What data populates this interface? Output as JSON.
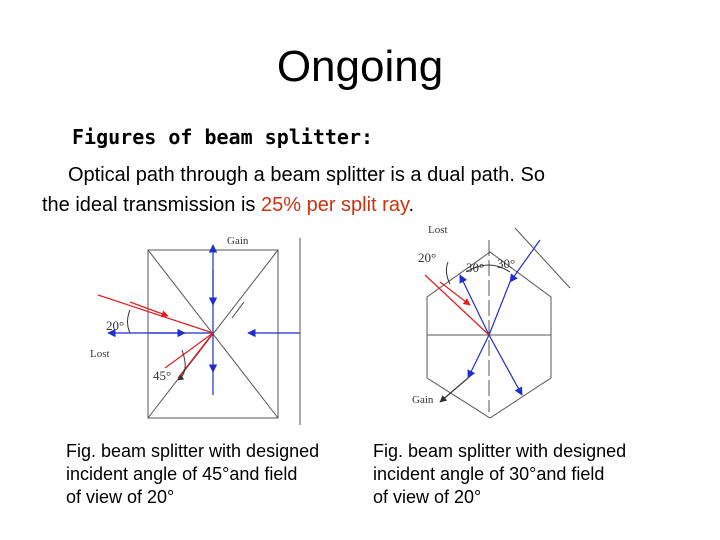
{
  "slide": {
    "title": "Ongoing",
    "subheading": "Figures of beam splitter:",
    "paragraph_line1": "Optical path through a beam splitter is a dual path. So",
    "paragraph_line2_prefix": "the ideal transmission is ",
    "paragraph_line2_highlight": "25% per split ray",
    "paragraph_line2_suffix": "."
  },
  "figure_left": {
    "labels": {
      "gain": "Gain",
      "lost": "Lost",
      "field_angle": "20°",
      "incident_angle": "45°"
    },
    "caption": [
      "Fig. beam splitter with designed",
      "incident angle of 45°and field",
      "of view of 20°"
    ]
  },
  "figure_right": {
    "labels": {
      "lost": "Lost",
      "gain": "Gain",
      "field_angle": "20°",
      "incident_angle_left": "30°",
      "incident_angle_right": "30°"
    },
    "caption": [
      "Fig. beam splitter with designed",
      "incident angle of 30°and field",
      "of view of 20°"
    ]
  },
  "colors": {
    "ray_red": "#e02020",
    "ray_blue": "#1f2fcc",
    "outline": "#333333",
    "highlight_text": "#cc3311"
  }
}
